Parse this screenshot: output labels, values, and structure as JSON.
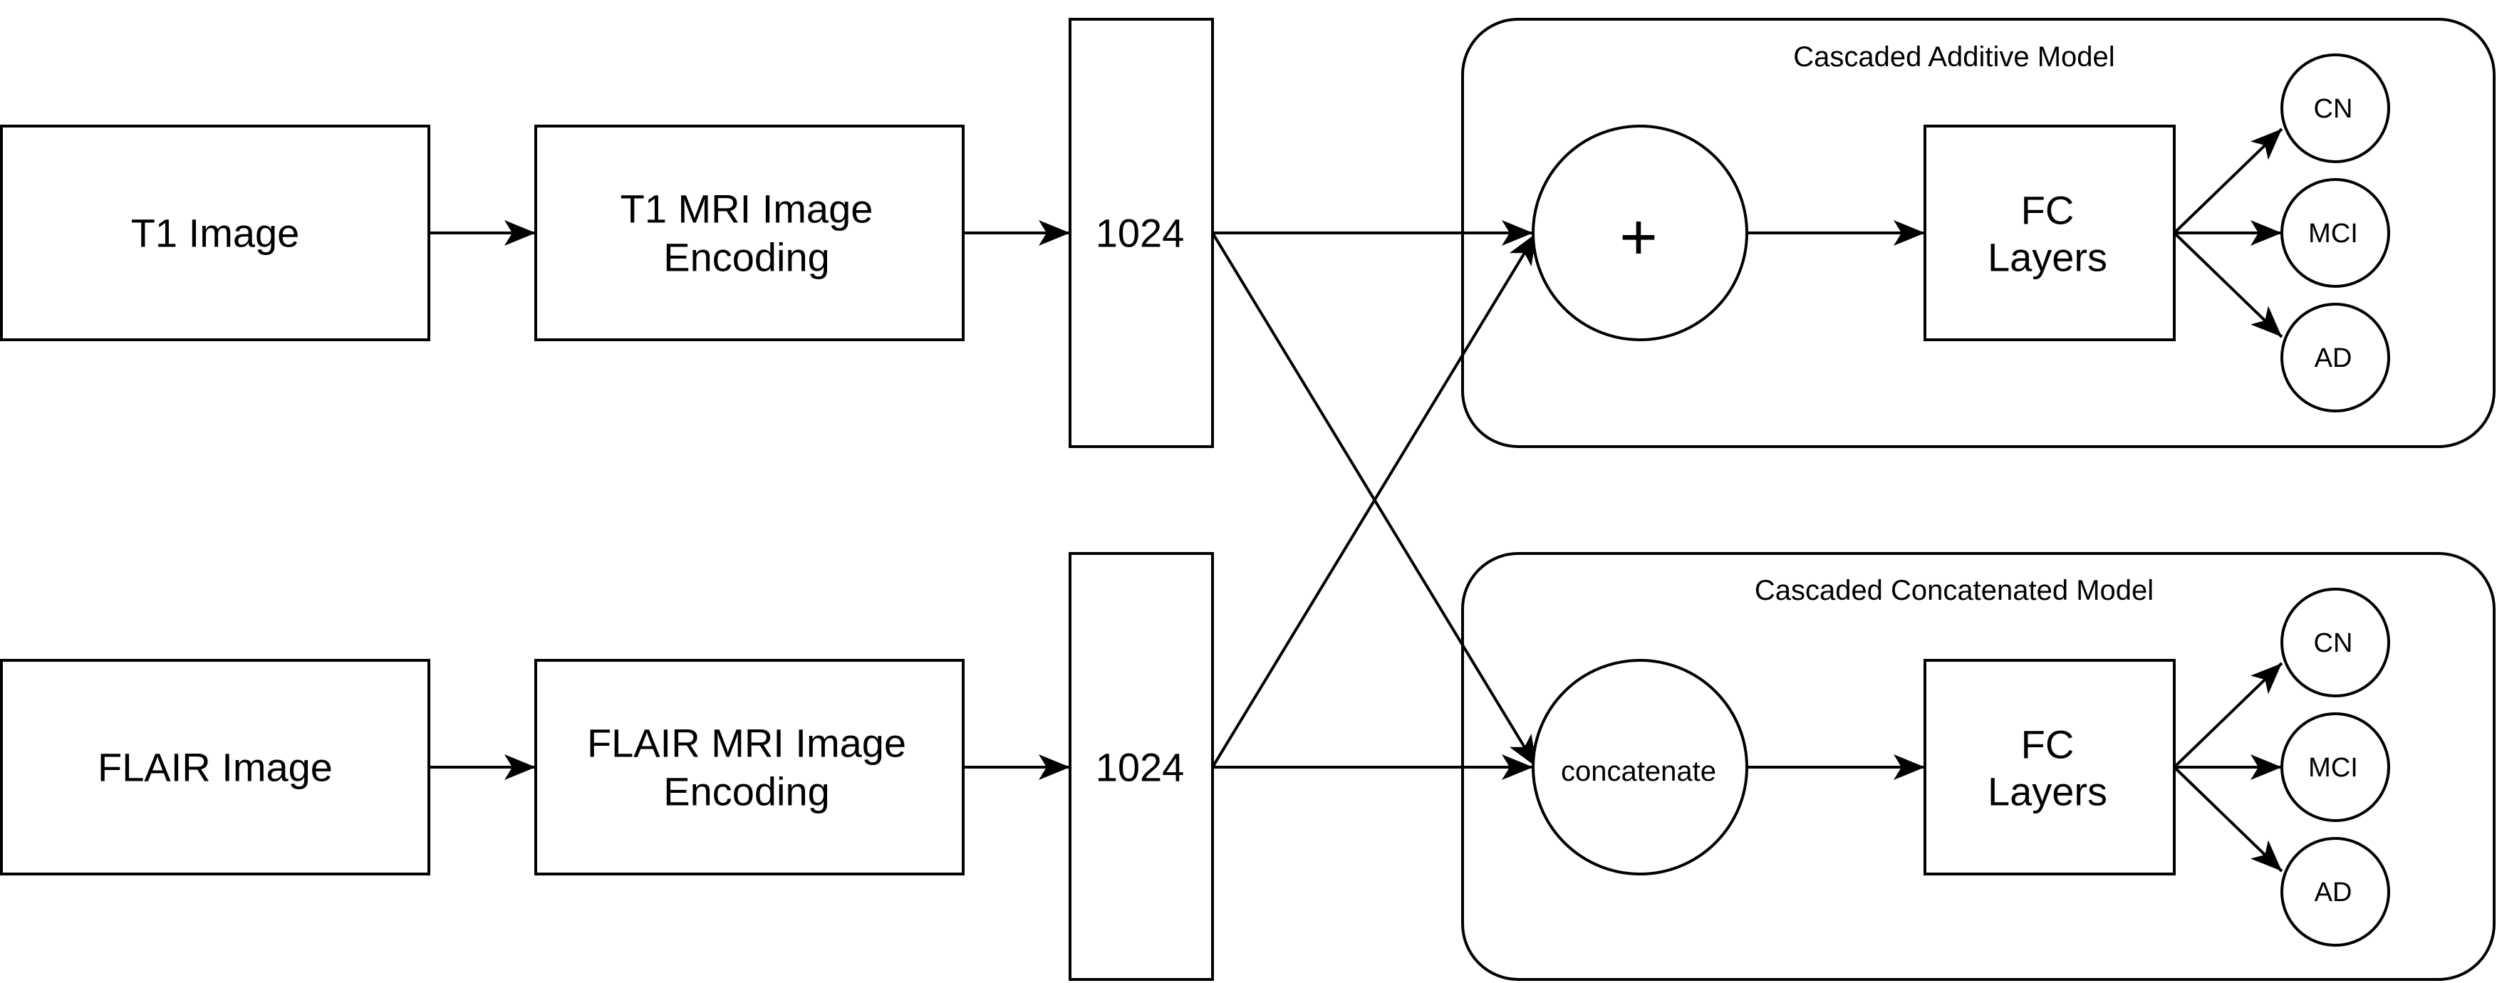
{
  "inputs": {
    "t1": {
      "label": "T1 Image"
    },
    "flair": {
      "label": "FLAIR Image"
    }
  },
  "encoders": {
    "t1": {
      "line1": "T1 MRI Image",
      "line2": "Encoding"
    },
    "flair": {
      "line1": "FLAIR MRI Image",
      "line2": "Encoding"
    }
  },
  "vectors": {
    "t1": {
      "label": "1024"
    },
    "flair": {
      "label": "1024"
    }
  },
  "additive_model": {
    "title": "Cascaded Additive Model",
    "operator": "+",
    "fc": {
      "line1": "FC",
      "line2": "Layers"
    },
    "outputs": [
      "CN",
      "MCI",
      "AD"
    ]
  },
  "concat_model": {
    "title": "Cascaded Concatenated Model",
    "operator": "concatenate",
    "fc": {
      "line1": "FC",
      "line2": "Layers"
    },
    "outputs": [
      "CN",
      "MCI",
      "AD"
    ]
  }
}
